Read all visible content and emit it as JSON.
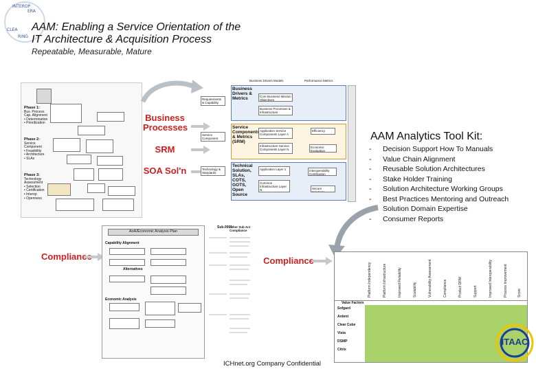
{
  "header": {
    "title_line1": "AAM: Enabling a Service Orientation of the",
    "title_line2": "IT Architecture & Acquisition Process",
    "subtitle": "Repeatable, Measurable, Mature",
    "logo_text": "INTEROPERABILITY CLEARINGHOUSE"
  },
  "diagram": {
    "phases": [
      {
        "title": "Phase 1:",
        "lines": [
          "Bus. Process",
          "Cap. Alignment",
          "• Determination",
          "• Prioritization"
        ]
      },
      {
        "title": "Phase 2:",
        "lines": [
          "Service",
          "Component",
          "• Feasibility",
          "• Architecture",
          "• SLAs"
        ]
      },
      {
        "title": "Phase 3:",
        "lines": [
          "Technology",
          "Assessment",
          "• Selection",
          "• Certification",
          "• Interop",
          "• Openness"
        ]
      }
    ],
    "labels": {
      "business_processes": "Business Processes",
      "srm": "SRM",
      "soa": "SOA Sol'n",
      "compliance_left": "Compliance",
      "compliance_right": "Compliance"
    },
    "layers": [
      {
        "side": "Requirements & Capability Maps",
        "main": "Business Drivers & Metrics"
      },
      {
        "side": "Service Component Spec",
        "main": "Service Components & Metrics (SRM)"
      },
      {
        "side": "Technology & Standards Profiles",
        "main": "Technical Solution, SLAs, COTS, GOTS, Open Source"
      }
    ],
    "sub_layers": [
      "Core Business Mission Objectives",
      "Business Processes & Infrastructure",
      "Application Service Components Layer A",
      "Infrastructure Service Components Layer N",
      "Application Layer 1",
      "Common Infrastructure Layer N"
    ],
    "right_boxes": [
      "Efficiency",
      "Economic Evaluation Criteria",
      "Interoperability Certification Testing",
      "Secure Solutions"
    ],
    "top_headers": [
      "Business Drivers Models",
      "Performance Metrics"
    ],
    "plan_title": "AoA/Economic Analysis Plan",
    "capability_alignment": "Capability Alignment",
    "alternatives": "Alternatives",
    "economic_analysis": "Economic Analysis",
    "subnet": "Sub.0001",
    "other_matrix": "Other Sub Act Compliance"
  },
  "kit": {
    "title": "AAM Analytics Tool Kit:",
    "items": [
      "Decision Support How To Manuals",
      "Value Chain Alignment",
      "Reusable Solution Architectures",
      "Stake Holder Training",
      "Solution Architecture Working Groups",
      "Best Practices Mentoring and Outreach",
      "Solution Domain Expertise",
      "Consumer Reports"
    ]
  },
  "table": {
    "row_header": "Value Factors",
    "rows": [
      "Sofgard",
      "Ardent",
      "Clear Cube",
      "Vista",
      "DSMP",
      "Citrix"
    ],
    "columns": [
      "Platform Independency",
      "Platform Infrastructure",
      "Improved Reliability",
      "Scalability",
      "Vulnerability Assessment",
      "Compliance",
      "Product DRM",
      "Support",
      "Improved Interoperability",
      "Process Improvement",
      "Score"
    ]
  },
  "footer": {
    "confidential": "ICHnet.org Company Confidential",
    "badge": "ITAAC"
  },
  "colors": {
    "accent_red": "#cc1f1f",
    "badge_blue": "#1d3f8e",
    "badge_yellow": "#f2c300",
    "table_green": "#a9d26a"
  }
}
